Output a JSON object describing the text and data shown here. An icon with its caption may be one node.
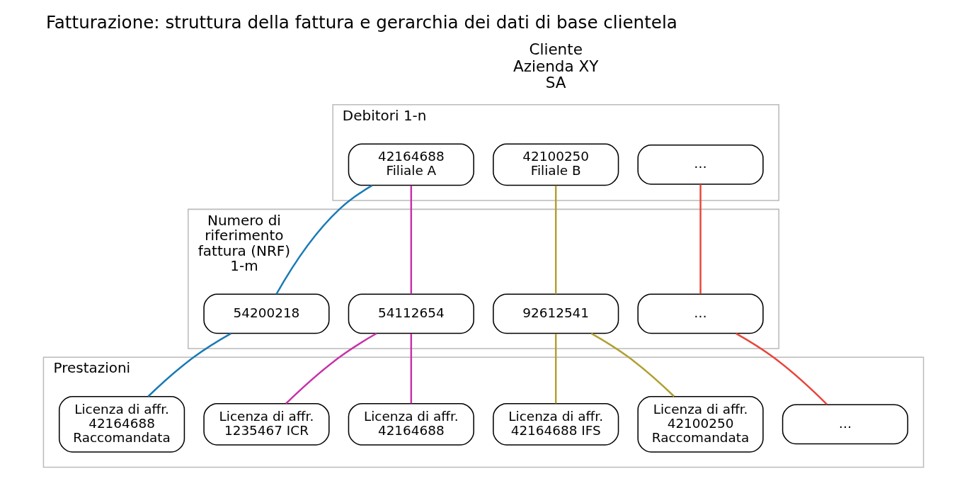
{
  "diagram": {
    "title": "Fatturazione: struttura della fattura e gerarchia dei dati di base clientela",
    "nodes": [
      {
        "text": [
          "Debitori 1-n"
        ]
      },
      {
        "text": [
          "42164688",
          "Filiale A"
        ],
        "in": 0
      },
      {
        "text": [
          "42100250",
          "Filiale B"
        ],
        "in": 0
      },
      {
        "text": [
          "…"
        ],
        "in": 0
      },
      {
        "text": [
          "Numero di riferimento fattura (NRF) 1-m"
        ]
      },
      {
        "text": [
          "54200218"
        ],
        "in": 4
      },
      {
        "text": [
          "54112654"
        ],
        "in": 4
      },
      {
        "text": [
          "92612541"
        ],
        "in": 4
      },
      {
        "text": [
          "…"
        ],
        "in": 4
      },
      {
        "text": [
          "Prestazioni"
        ]
      },
      {
        "text": [
          "Licenza di affr. 42164688 Raccomandata"
        ],
        "in": 9
      },
      {
        "text": [
          "Licenza di affr. 1235467 ICR"
        ],
        "in": 9
      },
      {
        "text": [
          "Licenza di affr. 42164688"
        ],
        "in": 9
      },
      {
        "text": [
          "Licenza di affr. 42164688 IFS"
        ],
        "in": 9
      },
      {
        "text": [
          "Licenza di affr. 42100250 Raccomandata"
        ],
        "in": 9
      },
      {
        "text": [
          "…"
        ],
        "in": 9
      }
    ],
    "edges": [
      {
        "from": 1,
        "to": 5,
        "arrow": "none",
        "color": "#1a7ab5"
      },
      {
        "from": 1,
        "to": 6,
        "arrow": "none",
        "color": "#c832a8"
      },
      {
        "from": 2,
        "to": 7,
        "arrow": "none",
        "color": "#b0a030"
      },
      {
        "from": 3,
        "to": 8,
        "arrow": "none",
        "color": "#e8453c"
      },
      {
        "from": 5,
        "to": 10,
        "arrow": "none",
        "color": "#1a7ab5"
      },
      {
        "from": 6,
        "to": 11,
        "arrow": "none",
        "color": "#c832a8"
      },
      {
        "from": 6,
        "to": 12,
        "arrow": "none",
        "color": "#c832a8"
      },
      {
        "from": 7,
        "to": 13,
        "arrow": "none",
        "color": "#b0a030"
      },
      {
        "from": 7,
        "to": 14,
        "arrow": "none",
        "color": "#b0a030"
      },
      {
        "from": 8,
        "to": 15,
        "arrow": "none",
        "color": "#e8453c"
      }
    ],
    "labels": [
      "Cliente Azienda XY SA"
    ]
  }
}
